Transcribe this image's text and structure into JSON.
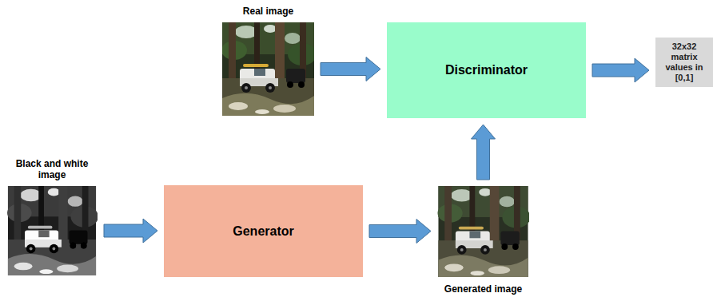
{
  "diagram": {
    "nodes": [
      {
        "text": [
          "Real image"
        ]
      },
      {
        "text": [
          "Discriminator"
        ]
      },
      {
        "text": [
          "32x32 matrix values in [0,1]"
        ]
      },
      {
        "text": [
          "Black and white image"
        ]
      },
      {
        "text": [
          "Generator"
        ]
      },
      {
        "text": [
          "Generated image"
        ]
      }
    ],
    "edges": [
      {
        "from": 0,
        "to": 1,
        "arrow": "to"
      },
      {
        "from": 1,
        "to": 2,
        "arrow": "to"
      },
      {
        "from": 3,
        "to": 4,
        "arrow": "to"
      },
      {
        "from": 4,
        "to": 5,
        "arrow": "to"
      },
      {
        "from": 5,
        "to": 1,
        "arrow": "to"
      }
    ]
  }
}
